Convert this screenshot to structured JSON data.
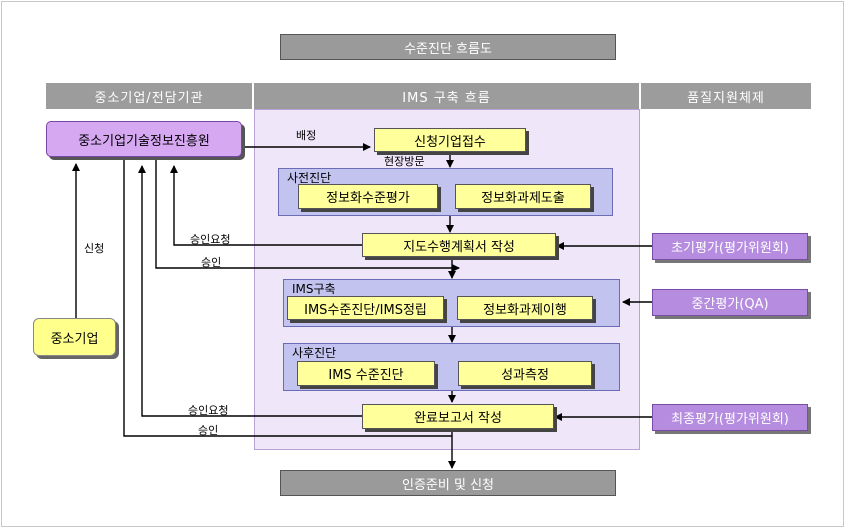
{
  "title": "수준진단 흐름도",
  "columns": {
    "left": "중소기업/전담기관",
    "center": "IMS 구축 흐름",
    "right": "품질지원체제"
  },
  "left_boxes": {
    "agency": "중소기업기술정보진흥원",
    "sme": "중소기업"
  },
  "flow": {
    "receipt": "신청기업접수",
    "pre_diag_title": "사전진단",
    "pre_diag_items": [
      "정보화수준평가",
      "정보화과제도출"
    ],
    "plan": "지도수행계획서 작성",
    "ims_title": "IMS구축",
    "ims_items": [
      "IMS수준진단/IMS정립",
      "정보화과제이행"
    ],
    "post_title": "사후진단",
    "post_items": [
      "IMS 수준진단",
      "성과측정"
    ],
    "report": "완료보고서 작성",
    "final": "인증준비 및 신청"
  },
  "evaluations": {
    "initial": "초기평가(평가위원회)",
    "mid": "중간평가(QA)",
    "final": "최종평가(평가위원회)"
  },
  "labels": {
    "assign": "배정",
    "site_visit": "현장방문",
    "apply": "신청",
    "approval_request_1": "승인요청",
    "approval_1": "승인",
    "approval_request_2": "승인요청",
    "approval_2": "승인"
  },
  "colors": {
    "header_gray": "#9c9c9c",
    "panel_lavender": "#efe6fa",
    "group_blue": "#c2c4ef",
    "box_yellow": "#ffff9c",
    "agency_purple": "#d6a8f2",
    "eval_violet": "#b58cdf"
  }
}
